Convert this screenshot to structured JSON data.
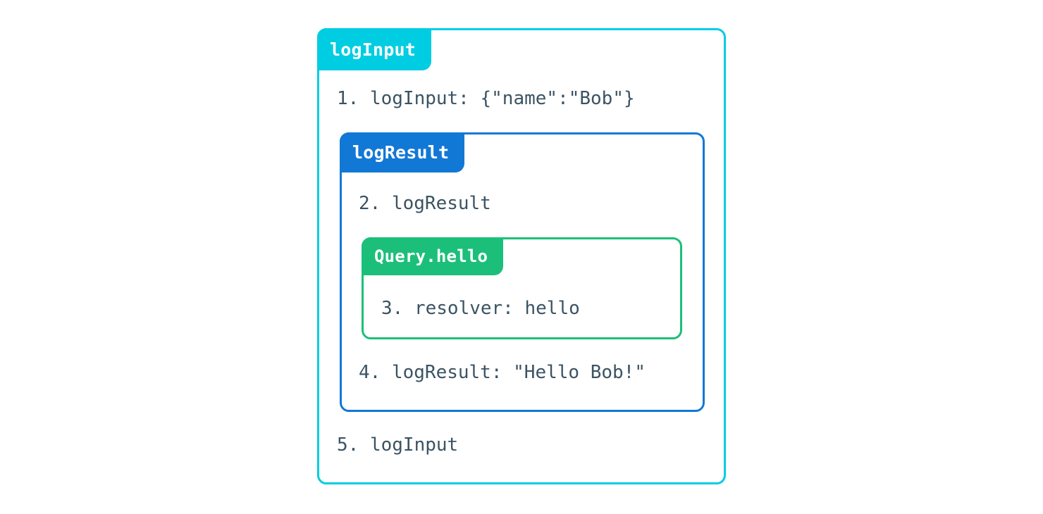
{
  "diagram": {
    "type": "nested-execution-trace",
    "background_color": "#ffffff",
    "text_color": "#3b5363",
    "boxes": [
      {
        "id": "loginput",
        "label": "logInput",
        "color": "#00cde2",
        "level": 0
      },
      {
        "id": "logresult",
        "label": "logResult",
        "color": "#1278d6",
        "level": 1
      },
      {
        "id": "queryhello",
        "label": "Query.hello",
        "color": "#1cbf7a",
        "level": 2
      }
    ],
    "steps": [
      {
        "number": "1",
        "text": "1. logInput: {\"name\":\"Bob\"}",
        "box": "loginput"
      },
      {
        "number": "2",
        "text": "2. logResult",
        "box": "logresult"
      },
      {
        "number": "3",
        "text": "3. resolver: hello",
        "box": "queryhello"
      },
      {
        "number": "4",
        "text": "4. logResult: \"Hello Bob!\"",
        "box": "logresult"
      },
      {
        "number": "5",
        "text": "5. logInput",
        "box": "loginput"
      }
    ]
  }
}
